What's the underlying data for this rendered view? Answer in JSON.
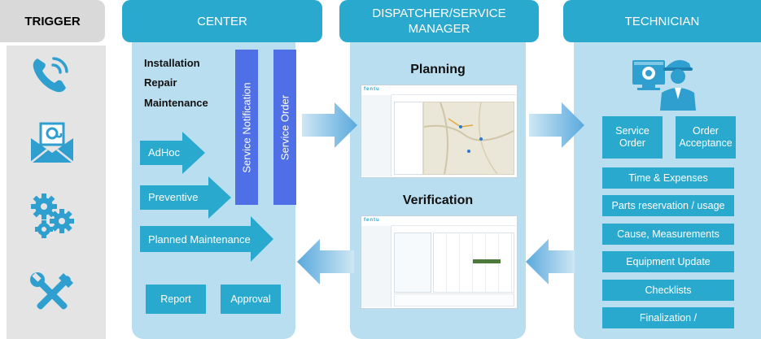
{
  "trigger": {
    "title": "TRIGGER",
    "icons": [
      "phone-icon",
      "email-icon",
      "gears-icon",
      "tools-icon"
    ]
  },
  "center": {
    "title": "CENTER",
    "work_types": [
      "Installation",
      "Repair",
      "Maintenance"
    ],
    "notification_bar": "Service Notification",
    "order_bar": "Service Order",
    "arrows": [
      "AdHoc",
      "Preventive",
      "Planned Maintenance"
    ],
    "buttons": [
      "Report",
      "Approval"
    ]
  },
  "dispatcher": {
    "title_line1": "DISPATCHER/SERVICE",
    "title_line2": "MANAGER",
    "planning_label": "Planning",
    "verification_label": "Verification",
    "app_logo": "fentu"
  },
  "technician": {
    "title": "TECHNICIAN",
    "top_boxes": [
      {
        "line1": "Service",
        "line2": "Order"
      },
      {
        "line1": "Order",
        "line2": "Acceptance"
      }
    ],
    "items": [
      "Time & Expenses",
      "Parts reservation / usage",
      "Cause, Measurements",
      "Equipment Update",
      "Checklists",
      "Finalization /"
    ]
  },
  "colors": {
    "header_blue": "#2aa9cf",
    "panel_light": "#b9def0",
    "trigger_gray": "#e4e4e4",
    "bar_blue": "#4f6fe6",
    "icon_blue": "#2f9fd0"
  }
}
